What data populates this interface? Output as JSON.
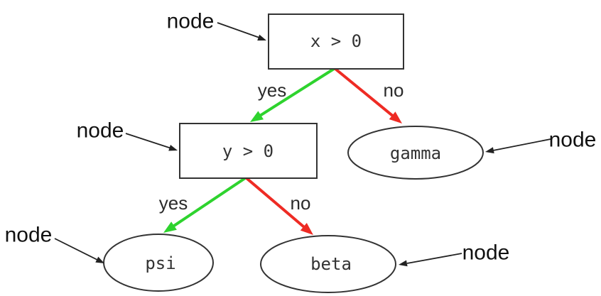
{
  "diagram": {
    "type": "decision-tree",
    "tree_nodes": {
      "root": {
        "label": "x > 0",
        "shape": "rectangle"
      },
      "decision_y": {
        "label": "y > 0",
        "shape": "rectangle"
      },
      "gamma": {
        "label": "gamma",
        "shape": "ellipse"
      },
      "psi": {
        "label": "psi",
        "shape": "ellipse"
      },
      "beta": {
        "label": "beta",
        "shape": "ellipse"
      }
    },
    "edges": {
      "root_yes": {
        "label": "yes",
        "color": "#2ed32e",
        "from": "x > 0",
        "to": "y > 0"
      },
      "root_no": {
        "label": "no",
        "color": "#ee2b24",
        "from": "x > 0",
        "to": "gamma"
      },
      "decision_yes": {
        "label": "yes",
        "color": "#2ed32e",
        "from": "y > 0",
        "to": "psi"
      },
      "decision_no": {
        "label": "no",
        "color": "#ee2b24",
        "from": "y > 0",
        "to": "beta"
      }
    },
    "annotations": [
      "node",
      "node",
      "node",
      "node",
      "node"
    ],
    "colors": {
      "yes_edge": "#2ed32e",
      "no_edge": "#ee2b24",
      "shape_stroke": "#333333",
      "annotation": "#222222",
      "background": "#ffffff"
    }
  }
}
